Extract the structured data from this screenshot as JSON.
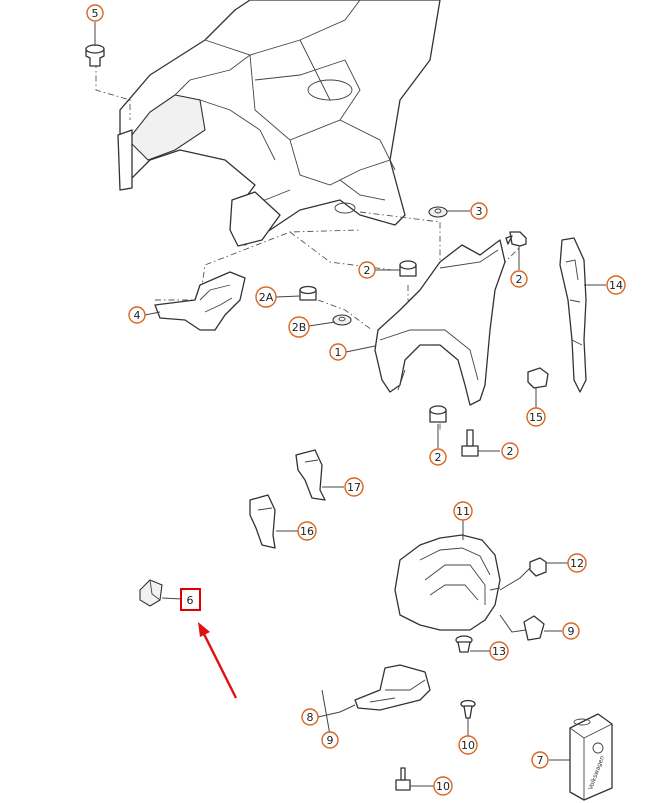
{
  "callouts": [
    {
      "id": "c5",
      "label": "5"
    },
    {
      "id": "c3",
      "label": "3"
    },
    {
      "id": "c2a",
      "label": "2"
    },
    {
      "id": "c2b",
      "label": "2"
    },
    {
      "id": "c2c",
      "label": "2"
    },
    {
      "id": "c2d",
      "label": "2"
    },
    {
      "id": "c14",
      "label": "14"
    },
    {
      "id": "c4",
      "label": "4"
    },
    {
      "id": "c2A",
      "label": "2A"
    },
    {
      "id": "c2B",
      "label": "2B"
    },
    {
      "id": "c1",
      "label": "1"
    },
    {
      "id": "c15",
      "label": "15"
    },
    {
      "id": "c17",
      "label": "17"
    },
    {
      "id": "c16",
      "label": "16"
    },
    {
      "id": "c11",
      "label": "11"
    },
    {
      "id": "c12",
      "label": "12"
    },
    {
      "id": "c6",
      "label": "6"
    },
    {
      "id": "c9a",
      "label": "9"
    },
    {
      "id": "c13",
      "label": "13"
    },
    {
      "id": "c8",
      "label": "8"
    },
    {
      "id": "c9b",
      "label": "9"
    },
    {
      "id": "c10a",
      "label": "10"
    },
    {
      "id": "c10b",
      "label": "10"
    },
    {
      "id": "c7",
      "label": "7"
    }
  ],
  "colors": {
    "callout_ring": "#d9661e",
    "highlight": "#e00000",
    "line": "#333333"
  },
  "highlighted_part": "6",
  "package_label": "Volkswagen"
}
